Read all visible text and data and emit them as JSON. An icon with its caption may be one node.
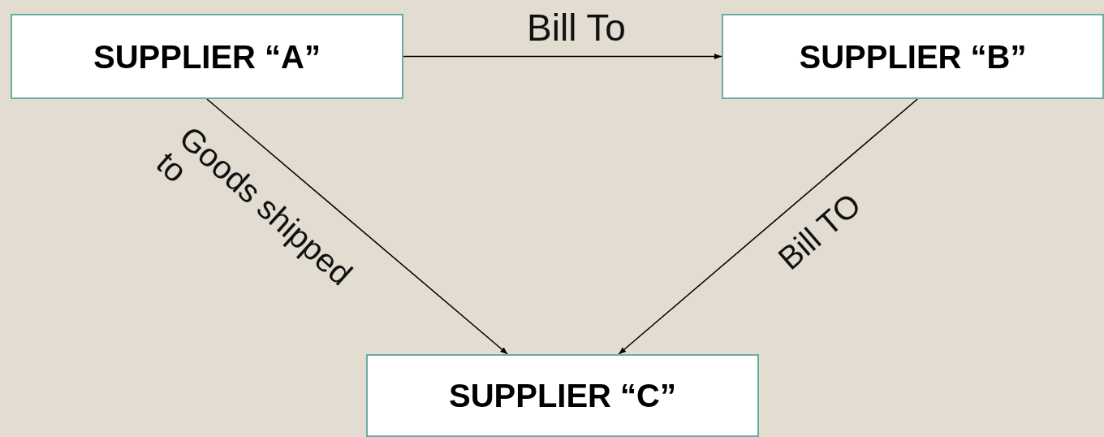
{
  "diagram": {
    "nodes": [
      {
        "text": [
          "SUPPLIER “A”"
        ]
      },
      {
        "text": [
          "SUPPLIER “B”"
        ]
      },
      {
        "text": [
          "SUPPLIER “C”"
        ]
      }
    ],
    "edges": [
      {
        "from": 0,
        "to": 1,
        "arrow": "to",
        "label": "Bill To"
      },
      {
        "from": 0,
        "to": 2,
        "arrow": "to",
        "label": "Goods shipped to"
      },
      {
        "from": 1,
        "to": 2,
        "arrow": "to",
        "label": "Bill TO"
      }
    ]
  }
}
